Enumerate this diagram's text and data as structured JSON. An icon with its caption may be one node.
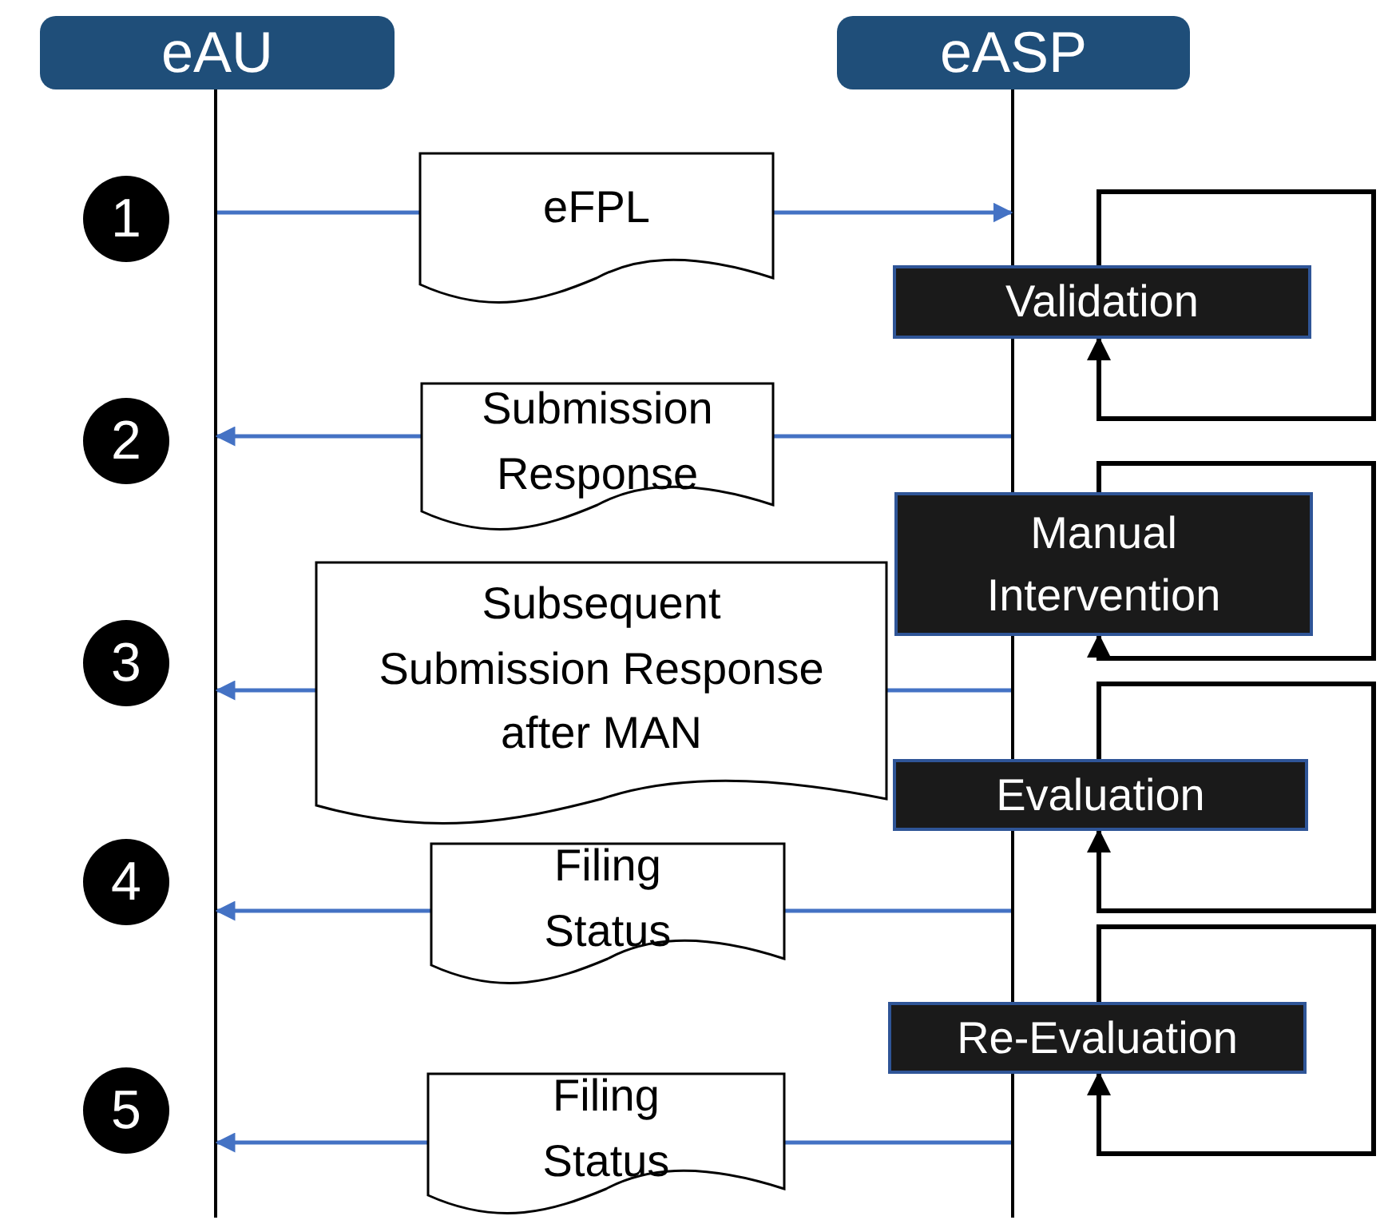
{
  "diagram": {
    "nodes": [
      {
        "text": [
          "eAU"
        ]
      },
      {
        "text": [
          "eASP"
        ]
      },
      {
        "text": [
          "1"
        ]
      },
      {
        "text": [
          "eFPL"
        ]
      },
      {
        "text": [
          "Validation"
        ]
      },
      {
        "text": [
          "2"
        ]
      },
      {
        "text": [
          "Submission Response"
        ]
      },
      {
        "text": [
          "Manual Intervention"
        ]
      },
      {
        "text": [
          "3"
        ]
      },
      {
        "text": [
          "Subsequent Submission Response after MAN"
        ]
      },
      {
        "text": [
          "Evaluation"
        ]
      },
      {
        "text": [
          "4"
        ]
      },
      {
        "text": [
          "Filing Status"
        ]
      },
      {
        "text": [
          "Re-Evaluation"
        ]
      },
      {
        "text": [
          "5"
        ]
      },
      {
        "text": [
          "Filing Status"
        ]
      },
      {
        "text": [],
        "shape": "bar"
      },
      {
        "text": [],
        "shape": "bar"
      }
    ],
    "edges": [
      {
        "from": 16,
        "to": 3,
        "arrow": "none"
      },
      {
        "from": 3,
        "to": 17,
        "arrow": "to"
      },
      {
        "from": 17,
        "to": 6,
        "arrow": "none"
      },
      {
        "from": 6,
        "to": 16,
        "arrow": "to"
      },
      {
        "from": 17,
        "to": 9,
        "arrow": "none"
      },
      {
        "from": 9,
        "to": 16,
        "arrow": "to"
      },
      {
        "from": 17,
        "to": 12,
        "arrow": "none"
      },
      {
        "from": 12,
        "to": 16,
        "arrow": "to"
      },
      {
        "from": 17,
        "to": 15,
        "arrow": "none"
      },
      {
        "from": 15,
        "to": 16,
        "arrow": "to"
      },
      {
        "from": 4,
        "to": 4,
        "arrow": "to",
        "color": "#000000"
      },
      {
        "from": 7,
        "to": 7,
        "arrow": "to",
        "color": "#000000"
      },
      {
        "from": 10,
        "to": 10,
        "arrow": "to",
        "color": "#000000"
      },
      {
        "from": 13,
        "to": 13,
        "arrow": "to",
        "color": "#000000"
      }
    ]
  }
}
